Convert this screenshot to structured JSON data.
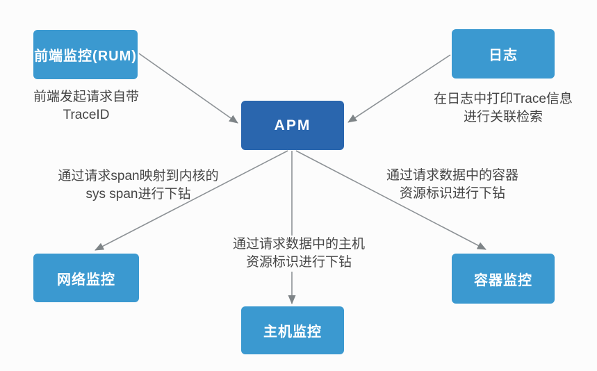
{
  "diagram": {
    "type": "flow-diagram",
    "nodes": {
      "rum": {
        "label": "前端监控(RUM)",
        "color": "#3B99D0"
      },
      "log": {
        "label": "日志",
        "color": "#3B99D0"
      },
      "apm": {
        "label": "APM",
        "color": "#2A66AE"
      },
      "network": {
        "label": "网络监控",
        "color": "#3B99D0"
      },
      "host": {
        "label": "主机监控",
        "color": "#3B99D0"
      },
      "container": {
        "label": "容器监控",
        "color": "#3B99D0"
      }
    },
    "annotations": {
      "rum_note": {
        "line1": "前端发起请求自带",
        "line2": "TraceID"
      },
      "log_note": {
        "line1": "在日志中打印Trace信息",
        "line2": "进行关联检索"
      },
      "network_note": {
        "line1": "通过请求span映射到内核的",
        "line2": "sys span进行下钻"
      },
      "host_note": {
        "line1": "通过请求数据中的主机",
        "line2": "资源标识进行下钻"
      },
      "container_note": {
        "line1": "通过请求数据中的容器",
        "line2": "资源标识进行下钻"
      }
    },
    "edges": [
      {
        "from": "前端监控(RUM)",
        "to": "APM",
        "note": "前端发起请求自带TraceID"
      },
      {
        "from": "日志",
        "to": "APM",
        "note": "在日志中打印Trace信息进行关联检索"
      },
      {
        "from": "APM",
        "to": "网络监控",
        "note": "通过请求span映射到内核的sys span进行下钻"
      },
      {
        "from": "APM",
        "to": "主机监控",
        "note": "通过请求数据中的主机资源标识进行下钻"
      },
      {
        "from": "APM",
        "to": "容器监控",
        "note": "通过请求数据中的容器资源标识进行下钻"
      }
    ],
    "colors": {
      "node_blue": "#3B99D0",
      "apm_blue": "#2A66AE",
      "arrow_gray": "#8D9296",
      "note_text": "#454545",
      "background": "#FCFCFC"
    }
  }
}
